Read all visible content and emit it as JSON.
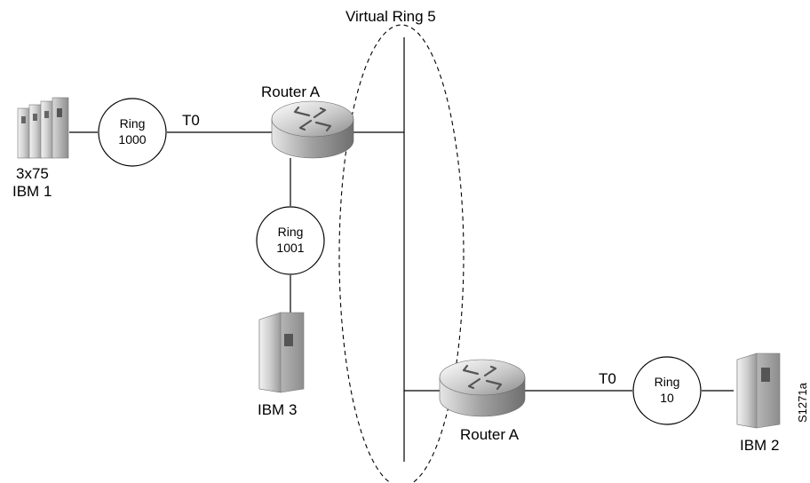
{
  "diagram": {
    "virtual_ring_label": "Virtual Ring 5",
    "routers": [
      {
        "label": "Router A"
      },
      {
        "label": "Router A"
      }
    ],
    "rings": [
      {
        "line1": "Ring",
        "line2": "1000"
      },
      {
        "line1": "Ring",
        "line2": "1001"
      },
      {
        "line1": "Ring",
        "line2": "10"
      }
    ],
    "links": [
      {
        "label": "T0"
      },
      {
        "label": "T0"
      }
    ],
    "hosts": [
      {
        "line1": "3x75",
        "line2": "IBM 1"
      },
      {
        "label": "IBM 3"
      },
      {
        "label": "IBM 2"
      }
    ],
    "figure_id": "S1271a"
  }
}
